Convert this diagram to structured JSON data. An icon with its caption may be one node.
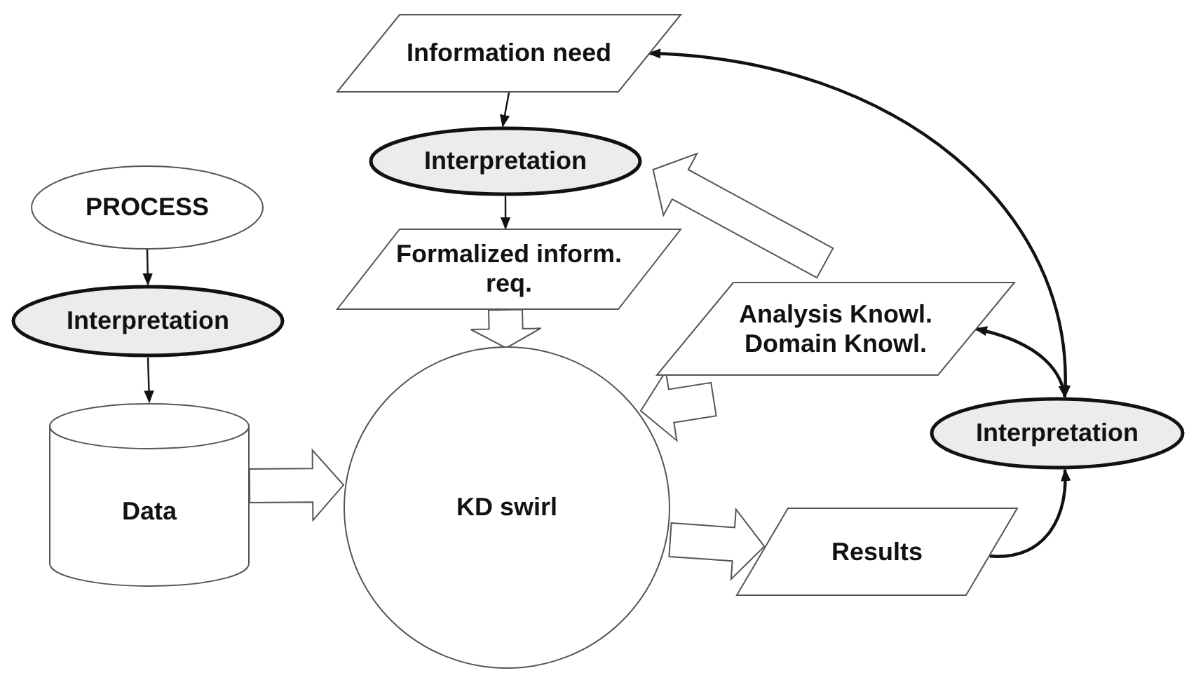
{
  "diagram": {
    "nodes": [
      {
        "text": [
          "Information need"
        ]
      },
      {
        "text": [
          "Interpretation"
        ]
      },
      {
        "text": [
          "Formalized inform. req."
        ]
      },
      {
        "text": [
          "PROCESS"
        ]
      },
      {
        "text": [
          "Interpretation"
        ]
      },
      {
        "text": [
          "Data"
        ]
      },
      {
        "text": [
          "KD swirl"
        ]
      },
      {
        "text": [
          "Analysis Knowl. Domain Knowl."
        ]
      },
      {
        "text": [
          "Interpretation"
        ]
      },
      {
        "text": [
          "Results"
        ]
      }
    ],
    "edges": [
      {
        "from": 0,
        "to": 1,
        "arrow": "to"
      },
      {
        "from": 1,
        "to": 2,
        "arrow": "to"
      },
      {
        "from": 3,
        "to": 4,
        "arrow": "to"
      },
      {
        "from": 4,
        "to": 5,
        "arrow": "to"
      },
      {
        "from": 8,
        "to": 0,
        "arrow": "both"
      },
      {
        "from": 7,
        "to": 8,
        "arrow": "both"
      },
      {
        "from": 9,
        "to": 8,
        "arrow": "to"
      },
      {
        "from": 2,
        "to": 6,
        "arrow": "to",
        "style": "thick"
      },
      {
        "from": 5,
        "to": 6,
        "arrow": "to",
        "style": "thick"
      },
      {
        "from": 7,
        "to": 6,
        "arrow": "to",
        "style": "thick"
      },
      {
        "from": 6,
        "to": 9,
        "arrow": "to",
        "style": "thick"
      },
      {
        "from": 7,
        "to": 1,
        "arrow": "to",
        "style": "thick"
      }
    ]
  }
}
